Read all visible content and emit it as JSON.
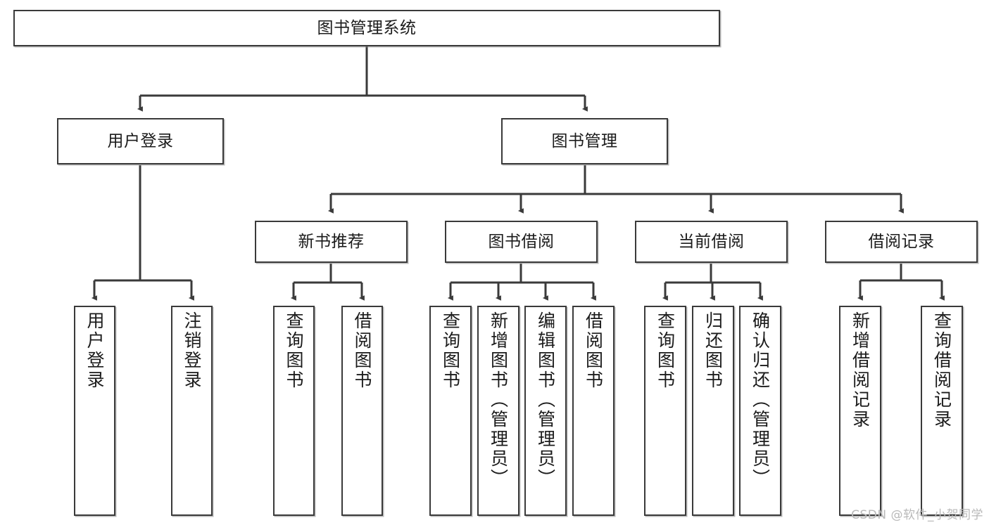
{
  "diagram": {
    "title": "图书管理系统",
    "watermark": "CSDN @软件_小贺同学",
    "edge_color": "#3a3a3a",
    "node_border_color": "#3a3a3a",
    "node_fill_color": "#ffffff",
    "text_color": "#1b1b1b",
    "watermark_color": "#b9b9b9"
  },
  "nodes": {
    "root": {
      "label": "图书管理系统"
    },
    "level2": [
      {
        "id": "user-login",
        "label": "用户登录"
      },
      {
        "id": "book-manage",
        "label": "图书管理"
      }
    ],
    "level3": [
      {
        "id": "new-book-recommend",
        "label": "新书推荐"
      },
      {
        "id": "book-borrow",
        "label": "图书借阅"
      },
      {
        "id": "current-borrow",
        "label": "当前借阅"
      },
      {
        "id": "borrow-record",
        "label": "借阅记录"
      }
    ],
    "leaves": {
      "user_login": [
        {
          "id": "leaf-user-login",
          "label": "用户登录"
        },
        {
          "id": "leaf-logout",
          "label": "注销登录"
        }
      ],
      "new_book_recommend": [
        {
          "id": "leaf-query-book-1",
          "label": "查询图书"
        },
        {
          "id": "leaf-borrow-book-1",
          "label": "借阅图书"
        }
      ],
      "book_borrow": [
        {
          "id": "leaf-query-book-2",
          "label": "查询图书"
        },
        {
          "id": "leaf-add-book",
          "label": "新增图书（管理员）"
        },
        {
          "id": "leaf-edit-book",
          "label": "编辑图书（管理员）"
        },
        {
          "id": "leaf-borrow-book-2",
          "label": "借阅图书"
        }
      ],
      "current_borrow": [
        {
          "id": "leaf-query-book-3",
          "label": "查询图书"
        },
        {
          "id": "leaf-return-book",
          "label": "归还图书"
        },
        {
          "id": "leaf-confirm-return",
          "label": "确认归还（管理员）"
        }
      ],
      "borrow_record": [
        {
          "id": "leaf-add-record",
          "label": "新增借阅记录"
        },
        {
          "id": "leaf-query-record",
          "label": "查询借阅记录"
        }
      ]
    }
  }
}
